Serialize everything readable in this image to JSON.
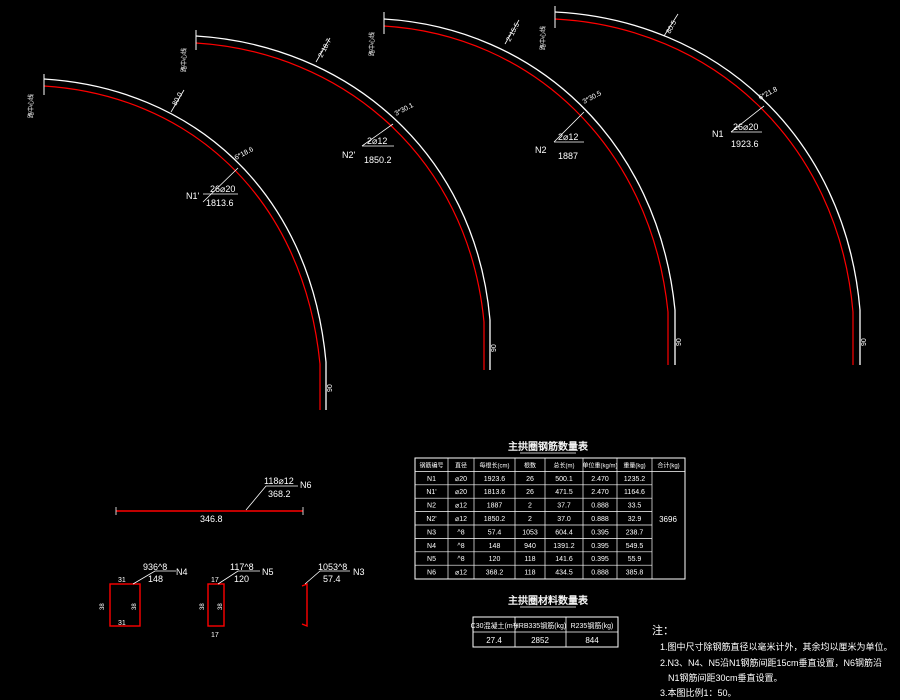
{
  "arcs": [
    {
      "id": "N1p",
      "section_label": "路中心线",
      "dim_top": "80.0",
      "dim_mid": "6*18.6",
      "mark_name": "N1'",
      "mark_qty": "26⌀20",
      "mark_len": "1813.6",
      "dim_end": "90"
    },
    {
      "id": "N2p",
      "section_label": "路中心线",
      "dim_top": "2*18.7",
      "dim_mid": "3*30.1",
      "mark_name": "N2'",
      "mark_qty": "2⌀12",
      "mark_len": "1850.2",
      "dim_end": "90"
    },
    {
      "id": "N2",
      "section_label": "路中心线",
      "dim_top": "2*15.5",
      "dim_mid": "3*30.5",
      "mark_name": "N2",
      "mark_qty": "2⌀12",
      "mark_len": "1887",
      "dim_end": "90"
    },
    {
      "id": "N1",
      "section_label": "路中心线",
      "dim_top": "80.5",
      "dim_mid": "6*21.8",
      "mark_name": "N1",
      "mark_qty": "26⌀20",
      "mark_len": "1923.6",
      "dim_end": "90"
    }
  ],
  "n6": {
    "name": "N6",
    "qty": "118⌀12",
    "len": "368.2",
    "dim": "346.8"
  },
  "stirrups": [
    {
      "name": "N4",
      "qty": "936^8",
      "len": "148",
      "top": "31",
      "bottom": "31",
      "left": "38",
      "right": "38"
    },
    {
      "name": "N5",
      "qty": "117^8",
      "len": "120",
      "top": "17",
      "bottom": "17",
      "left": "38",
      "right": "38"
    },
    {
      "name": "N3",
      "qty": "1053^8",
      "len": "57.4"
    }
  ],
  "table1": {
    "title": "主拱圈钢筋数量表",
    "headers": [
      "钢筋编号",
      "直径",
      "每根长(cm)",
      "根数",
      "总长(m)",
      "单位重(kg/m)",
      "重量(kg)",
      "合计(kg)"
    ],
    "rows": [
      [
        "N1",
        "⌀20",
        "1923.6",
        "26",
        "500.1",
        "2.470",
        "1235.2"
      ],
      [
        "N1'",
        "⌀20",
        "1813.6",
        "26",
        "471.5",
        "2.470",
        "1164.6"
      ],
      [
        "N2",
        "⌀12",
        "1887",
        "2",
        "37.7",
        "0.888",
        "33.5"
      ],
      [
        "N2'",
        "⌀12",
        "1850.2",
        "2",
        "37.0",
        "0.888",
        "32.9"
      ],
      [
        "N3",
        "^8",
        "57.4",
        "1053",
        "604.4",
        "0.395",
        "238.7"
      ],
      [
        "N4",
        "^8",
        "148",
        "940",
        "1391.2",
        "0.395",
        "549.5"
      ],
      [
        "N5",
        "^8",
        "120",
        "118",
        "141.6",
        "0.395",
        "55.9"
      ],
      [
        "N6",
        "⌀12",
        "368.2",
        "118",
        "434.5",
        "0.888",
        "385.8"
      ]
    ],
    "total": "3696"
  },
  "table2": {
    "title": "主拱圈材料数量表",
    "headers": [
      "C30混凝土(m³)",
      "HRB335钢筋(kg)",
      "R235钢筋(kg)"
    ],
    "values": [
      "27.4",
      "2852",
      "844"
    ]
  },
  "notes": {
    "title": "注：",
    "lines": [
      "1.图中尺寸除钢筋直径以毫米计外，其余均以厘米为单位。",
      "2.N3、N4、N5沿N1钢筋间距15cm垂直设置，N6钢筋沿",
      "N1钢筋间距30cm垂直设置。",
      "3.本图比例1：50。"
    ]
  },
  "colors": {
    "background": "#000000",
    "line": "#ffffff",
    "rebar": "#ff0000"
  }
}
